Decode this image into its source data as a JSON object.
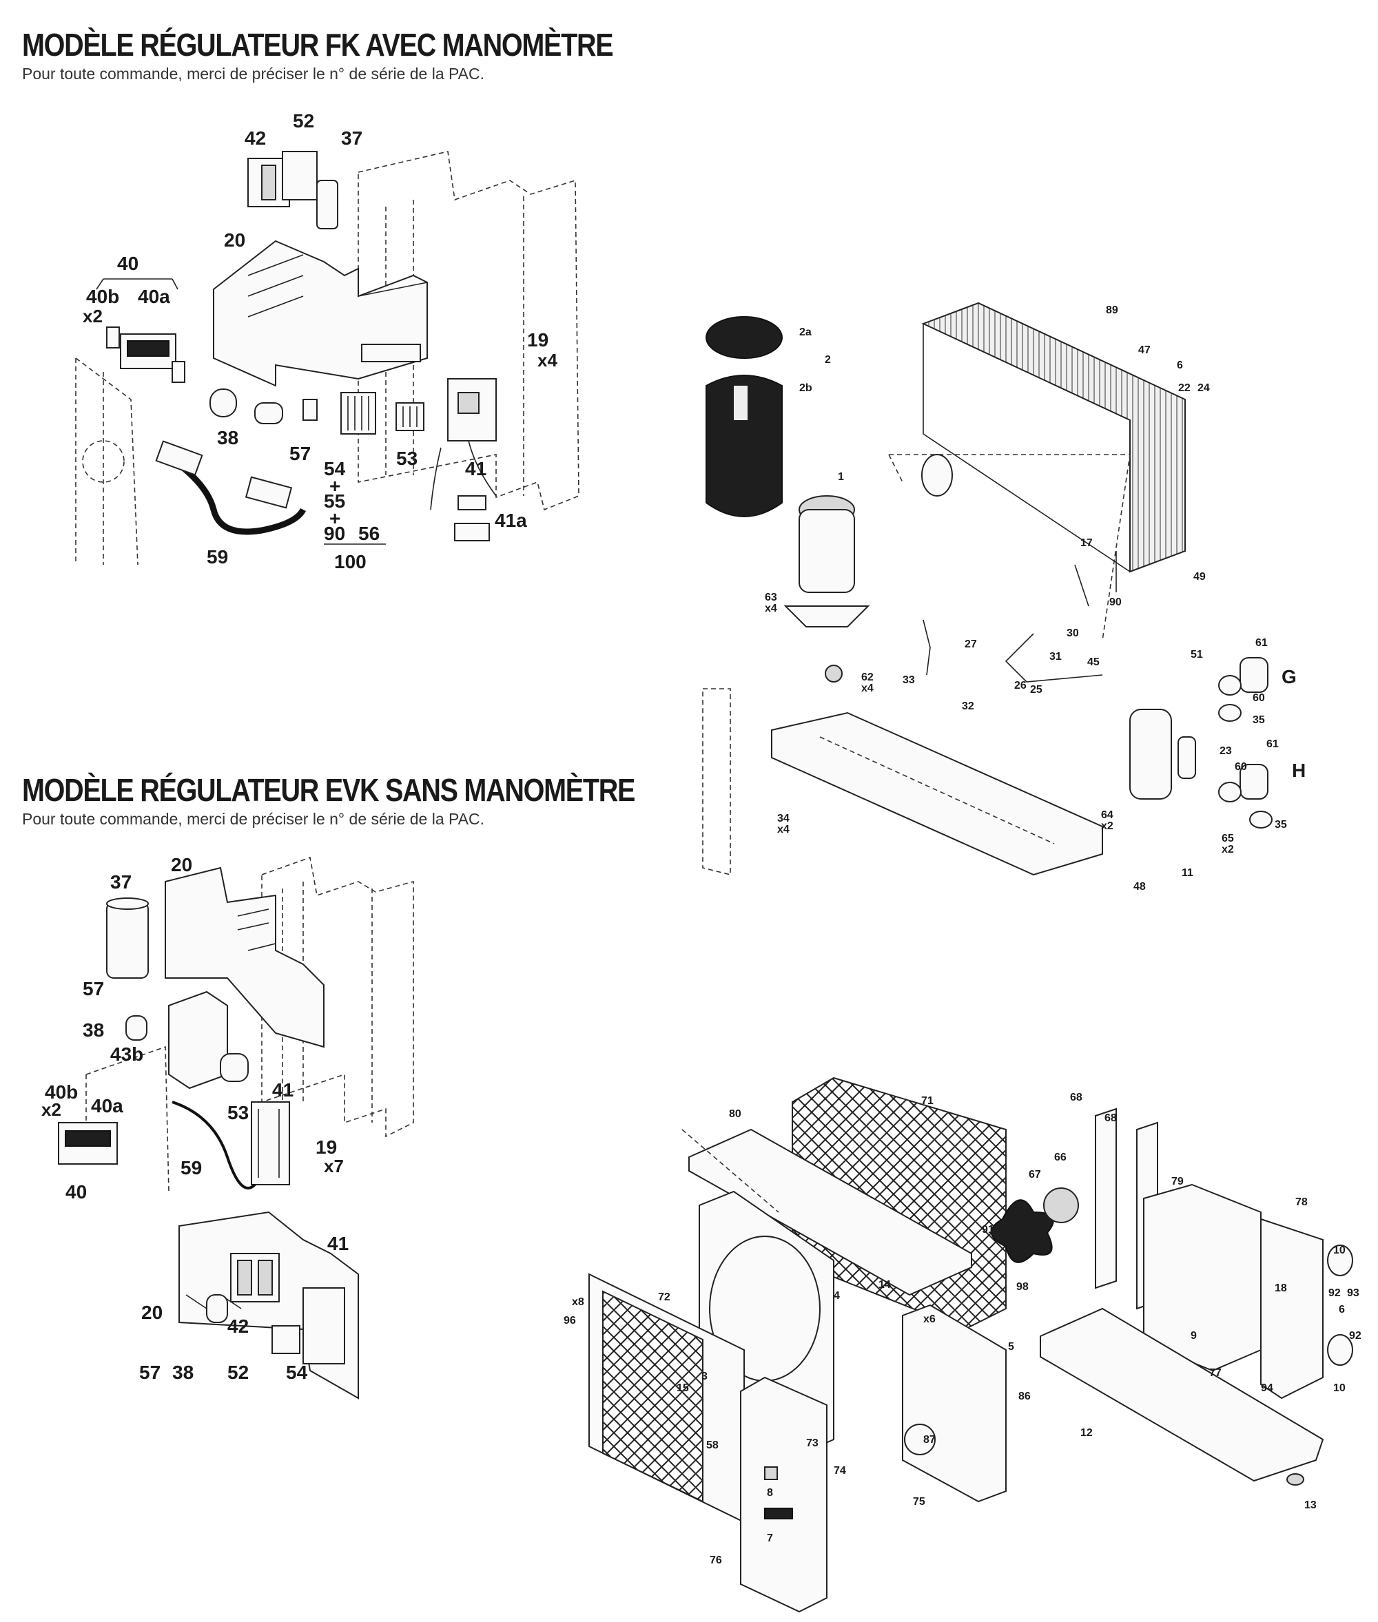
{
  "sections": [
    {
      "title": "MODÈLE RÉGULATEUR FK AVEC MANOMÈTRE",
      "subtitle": "Pour toute commande, merci de préciser le n° de série de la PAC."
    },
    {
      "title": "MODÈLE RÉGULATEUR EVK SANS MANOMÈTRE",
      "subtitle": "Pour toute commande, merci de préciser le n° de série de la PAC."
    }
  ],
  "callouts": {
    "fk": [
      "52",
      "42",
      "37",
      "20",
      "40",
      "40b",
      "x2",
      "40a",
      "19",
      "x4",
      "38",
      "57",
      "54",
      "+",
      "55",
      "+",
      "90",
      "100",
      "56",
      "53",
      "41",
      "41a",
      "59"
    ],
    "evk": [
      "37",
      "20",
      "57",
      "38",
      "43b",
      "53",
      "41",
      "40b",
      "x2",
      "40a",
      "19",
      "x7",
      "59",
      "40",
      "41",
      "20",
      "57",
      "38",
      "42",
      "52",
      "54"
    ],
    "fluid": [
      "2a",
      "2",
      "2b",
      "1",
      "63",
      "x4",
      "62",
      "x4",
      "27",
      "33",
      "32",
      "34",
      "x4",
      "89",
      "47",
      "6",
      "22",
      "24",
      "17",
      "90",
      "49",
      "30",
      "31",
      "45",
      "26",
      "25",
      "51",
      "61",
      "60",
      "G",
      "35",
      "23",
      "61",
      "60",
      "H",
      "35",
      "64",
      "x2",
      "65",
      "x2",
      "48",
      "11"
    ],
    "casing": [
      "80",
      "71",
      "67",
      "66",
      "68",
      "68",
      "79",
      "78",
      "91",
      "14",
      "98",
      "x6",
      "4",
      "5",
      "86",
      "87",
      "73",
      "74",
      "75",
      "76",
      "8",
      "7",
      "72",
      "x8",
      "96",
      "15",
      "3",
      "58",
      "10",
      "92",
      "93",
      "6",
      "92",
      "9",
      "77",
      "94",
      "10",
      "12",
      "13",
      "18"
    ]
  }
}
